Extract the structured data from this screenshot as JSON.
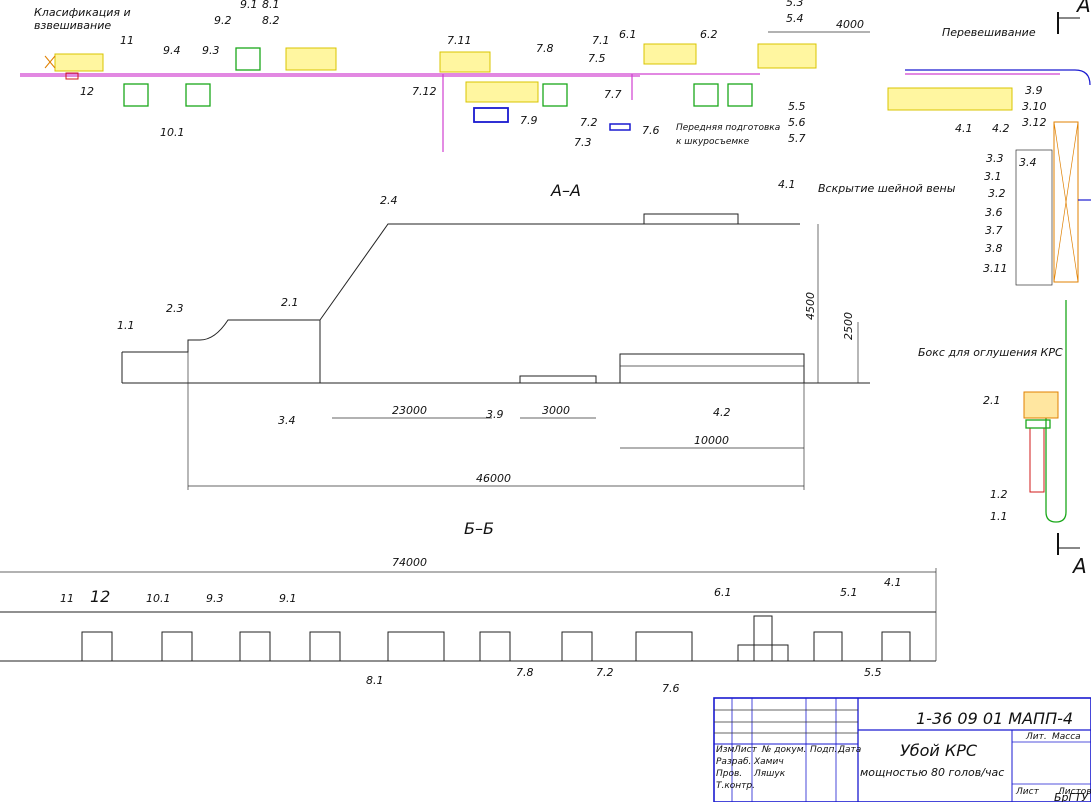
{
  "plan": {
    "texts": {
      "classif": "Класификация и",
      "classif2": "взвешивание",
      "reweigh": "Перевешивание",
      "front_prep": "Передняя подготовка",
      "front_prep2": "к шкуросъемке",
      "neck": "Вскрытие шейной вены",
      "box": "Бокс для оглушения КРС",
      "dim_4000": "4000",
      "A_mark": "А"
    },
    "labels": [
      "9.1",
      "8.1",
      "9.2",
      "8.2",
      "11",
      "9.4",
      "9.3",
      "12",
      "10.1",
      "7.11",
      "7.8",
      "7.1",
      "6.1",
      "6.2",
      "7.5",
      "7.7",
      "7.12",
      "7.9",
      "7.2",
      "7.3",
      "7.6",
      "5.3",
      "5.4",
      "5.5",
      "5.6",
      "5.7",
      "4.1",
      "4.2",
      "3.9",
      "3.10",
      "3.12",
      "3.3",
      "3.4",
      "3.1",
      "3.2",
      "3.6",
      "3.7",
      "3.8",
      "3.11",
      "2.1",
      "1.2",
      "1.1"
    ]
  },
  "sectionAA": {
    "title": "А–А",
    "labels": [
      "2.4",
      "4.1",
      "2.3",
      "2.1",
      "1.1",
      "3.4",
      "3.9",
      "4.2"
    ],
    "dims": [
      "23000",
      "3000",
      "10000",
      "46000",
      "4500",
      "2500"
    ]
  },
  "sectionBB": {
    "title": "Б–Б",
    "labels": [
      "11",
      "12",
      "10.1",
      "9.3",
      "9.1",
      "6.1",
      "5.1",
      "4.1",
      "8.1",
      "7.8",
      "7.2",
      "7.6",
      "5.5"
    ],
    "dims": [
      "74000"
    ]
  },
  "titleblock": {
    "code": "1-36 09 01 МАПП-4",
    "name": "Убой КРС",
    "desc": "мощностью 80 голов/час",
    "cols": [
      "Изм",
      "Лист",
      "№ докум.",
      "Подп.",
      "Дата"
    ],
    "rows": [
      {
        "role": "Разраб.",
        "name": "Хамич"
      },
      {
        "role": "Пров.",
        "name": "Ляшук"
      },
      {
        "role": "Т.контр.",
        "name": ""
      }
    ],
    "lit": "Лит.",
    "mass": "Масса",
    "sheet": "Лист",
    "sheets": "Листов",
    "org": "БрГТУ"
  }
}
